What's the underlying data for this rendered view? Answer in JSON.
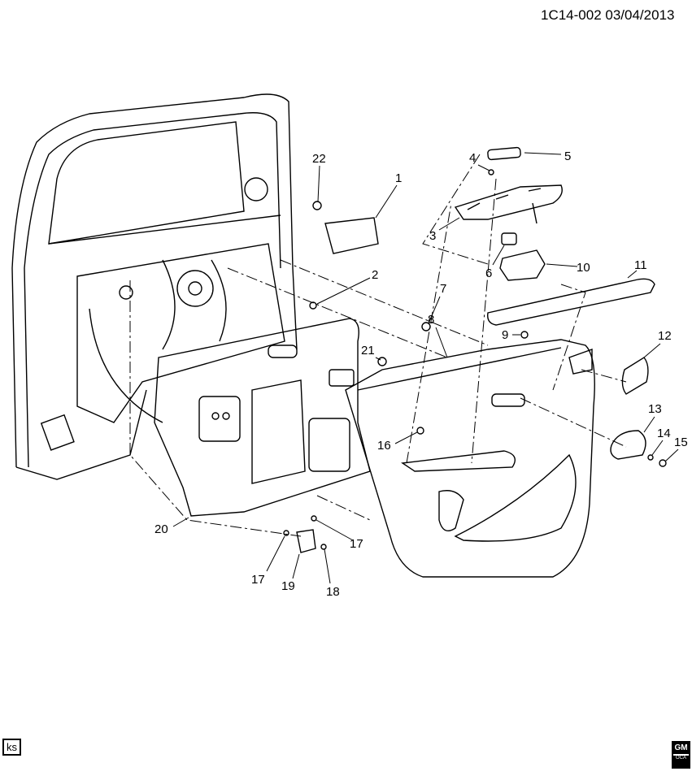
{
  "header": {
    "reference": "1C14-002  03/04/2013"
  },
  "callouts": [
    {
      "id": "c1",
      "label": "1"
    },
    {
      "id": "c22",
      "label": "22"
    },
    {
      "id": "c4",
      "label": "4"
    },
    {
      "id": "c5",
      "label": "5"
    },
    {
      "id": "c3",
      "label": "3"
    },
    {
      "id": "c2",
      "label": "2"
    },
    {
      "id": "c6",
      "label": "6"
    },
    {
      "id": "c10",
      "label": "10"
    },
    {
      "id": "c7",
      "label": "7"
    },
    {
      "id": "c11",
      "label": "11"
    },
    {
      "id": "c8",
      "label": "8"
    },
    {
      "id": "c9",
      "label": "9"
    },
    {
      "id": "c12",
      "label": "12"
    },
    {
      "id": "c21",
      "label": "21"
    },
    {
      "id": "c13",
      "label": "13"
    },
    {
      "id": "c14",
      "label": "14"
    },
    {
      "id": "c15",
      "label": "15"
    },
    {
      "id": "c16",
      "label": "16"
    },
    {
      "id": "c20",
      "label": "20"
    },
    {
      "id": "c17a",
      "label": "17"
    },
    {
      "id": "c17b",
      "label": "17"
    },
    {
      "id": "c19",
      "label": "19"
    },
    {
      "id": "c18",
      "label": "18"
    }
  ],
  "footer": {
    "artist_code": "ks",
    "logo_text": "GM",
    "logo_sub": "OCA"
  }
}
